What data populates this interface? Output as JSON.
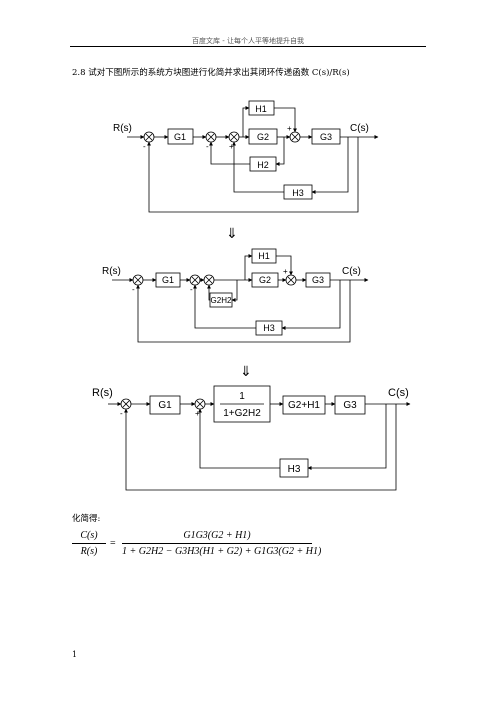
{
  "header": {
    "text": "百度文库 - 让每个人平等地提升自我"
  },
  "problem": {
    "text": "2.8  试对下图所示的系统方块图进行化简并求出其闭环传递函数 C(s)/R(s)"
  },
  "diagram1": {
    "input": "R(s)",
    "output": "C(s)",
    "g1": "G1",
    "g2": "G2",
    "g3": "G3",
    "h1": "H1",
    "h2": "H2",
    "h3": "H3"
  },
  "arrow1": "⇓",
  "diagram2": {
    "input": "R(s)",
    "output": "C(s)",
    "g1": "G1",
    "g2": "G2",
    "g3": "G3",
    "h1": "H1",
    "g2h2": "G2H2",
    "h3": "H3"
  },
  "arrow2": "⇓",
  "diagram3": {
    "input": "R(s)",
    "output": "C(s)",
    "g1": "G1",
    "tf_num": "1",
    "tf_den": "1+G2H2",
    "g2h1": "G2+H1",
    "g3": "G3",
    "h3": "H3"
  },
  "simplify": {
    "label": "化简得:"
  },
  "formula": {
    "lhs_num": "C(s)",
    "lhs_den": "R(s)",
    "eq": "=",
    "rhs_num": "G1G3(G2 + H1)",
    "rhs_den": "1 + G2H2 − G3H3(H1 + G2) + G1G3(G2 + H1)"
  },
  "page": {
    "number": "1"
  }
}
